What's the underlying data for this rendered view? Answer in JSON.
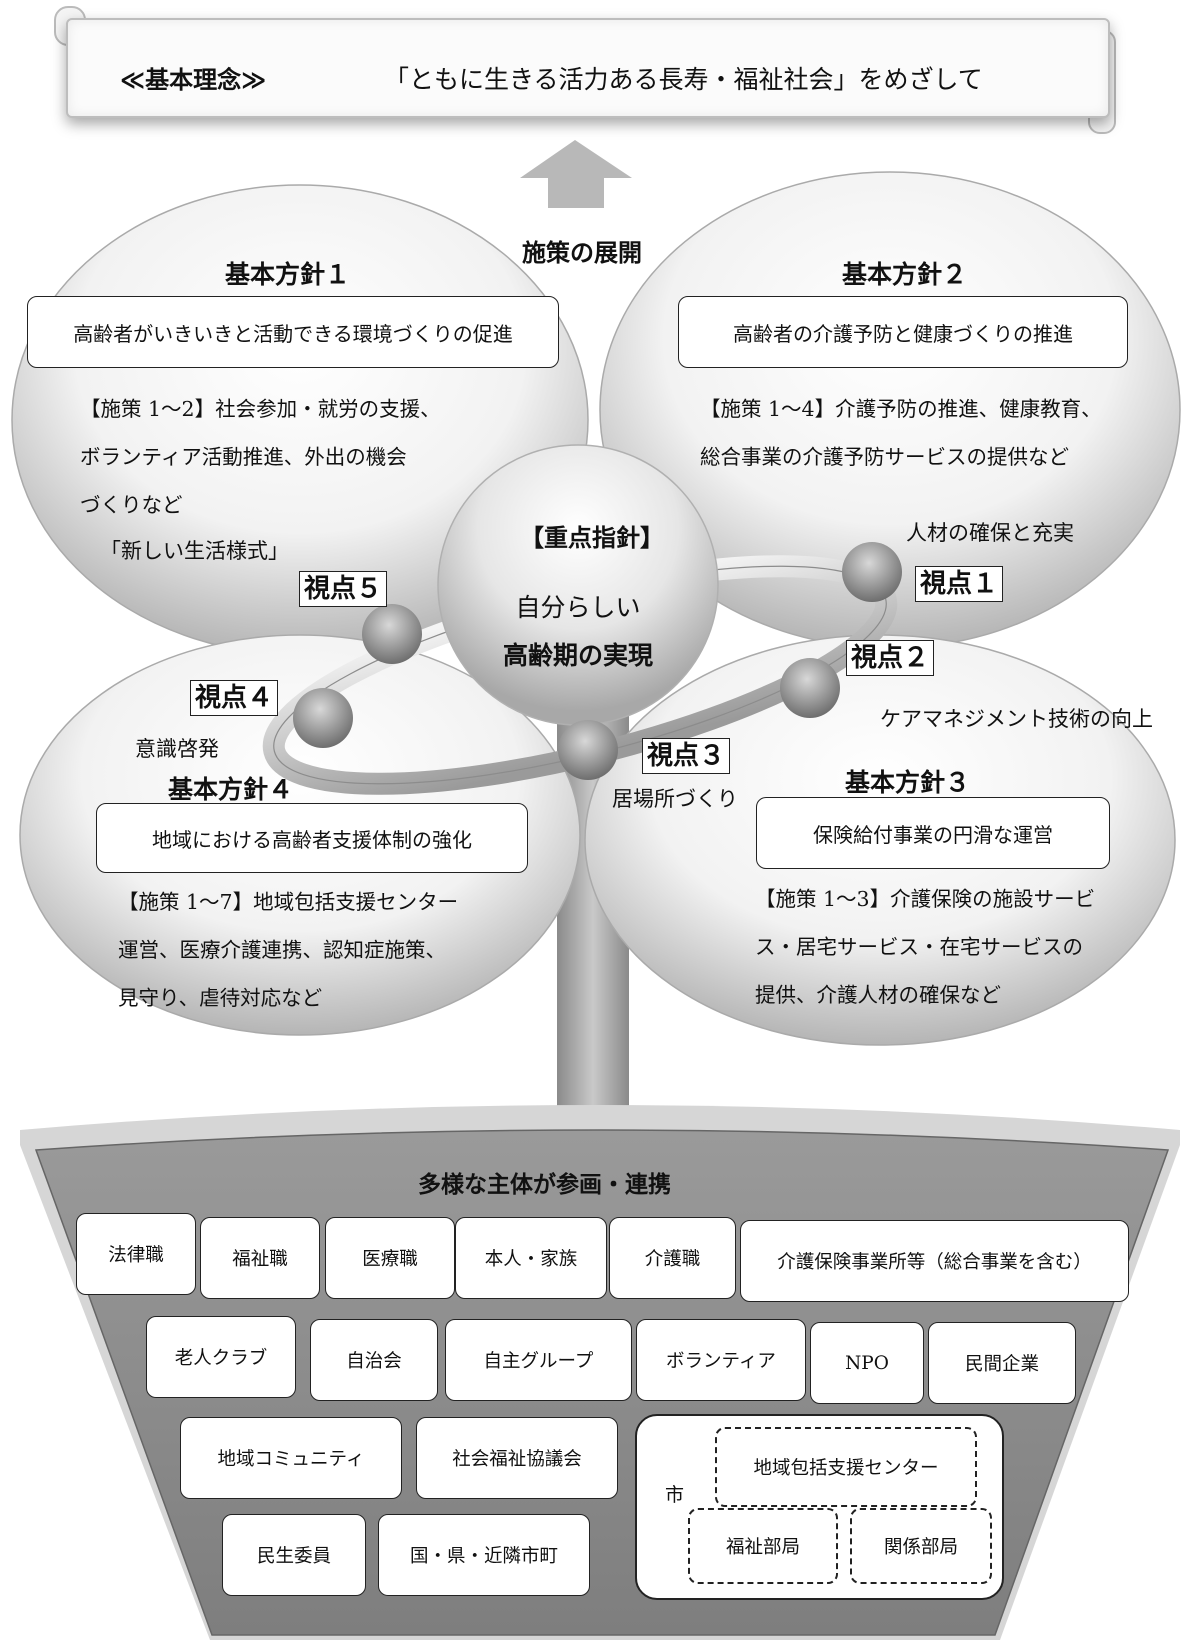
{
  "philosophy": {
    "label": "≪基本理念≫",
    "text": "「ともに生きる活力ある長寿・福祉社会」をめざして"
  },
  "development_label": "施策の展開",
  "policies": [
    {
      "heading": "基本方針１",
      "title": "高齢者がいきいきと活動できる環境づくりの促進",
      "lines": [
        "【施策 1～2】社会参加・就労の支援、",
        "ボランティア活動推進、外出の機会",
        "づくりなど"
      ]
    },
    {
      "heading": "基本方針２",
      "title": "高齢者の介護予防と健康づくりの推進",
      "lines": [
        "【施策 1～4】介護予防の推進、健康教育、",
        "総合事業の介護予防サービスの提供など"
      ]
    },
    {
      "heading": "基本方針３",
      "title": "保険給付事業の円滑な運営",
      "lines": [
        "【施策 1～3】介護保険の施設サービ",
        "ス・居宅サービス・在宅サービスの",
        "提供、介護人材の確保など"
      ]
    },
    {
      "heading": "基本方針４",
      "title": "地域における高齢者支援体制の強化",
      "lines": [
        "【施策 1～7】地域包括支援センター",
        "運営、医療介護連携、認知症施策、",
        "見守り、虐待対応など"
      ]
    }
  ],
  "center": {
    "title": "【重点指針】",
    "line1": "自分らしい",
    "line2": "高齢期の実現"
  },
  "viewpoints": [
    {
      "label": "視点１",
      "caption": "人材の確保と充実"
    },
    {
      "label": "視点２",
      "caption": "ケアマネジメント技術の向上"
    },
    {
      "label": "視点３",
      "caption": "居場所づくり"
    },
    {
      "label": "視点４",
      "caption": "意識啓発"
    },
    {
      "label": "視点５",
      "caption": "「新しい生活様式」"
    }
  ],
  "stakeholders": {
    "title": "多様な主体が参画・連携",
    "row1": [
      "法律職",
      "福祉職",
      "医療職",
      "本人・家族",
      "介護職",
      "介護保険事業所等（総合事業を含む）"
    ],
    "row2": [
      "老人クラブ",
      "自治会",
      "自主グループ",
      "ボランティア",
      "NPO",
      "民間企業"
    ],
    "row3": [
      "地域コミュニティ",
      "社会福祉協議会"
    ],
    "row4": [
      "民生委員",
      "国・県・近隣市町"
    ],
    "city": {
      "label": "市",
      "center": "地域包括支援センター",
      "welfare": "福祉部局",
      "related": "関係部局"
    }
  }
}
